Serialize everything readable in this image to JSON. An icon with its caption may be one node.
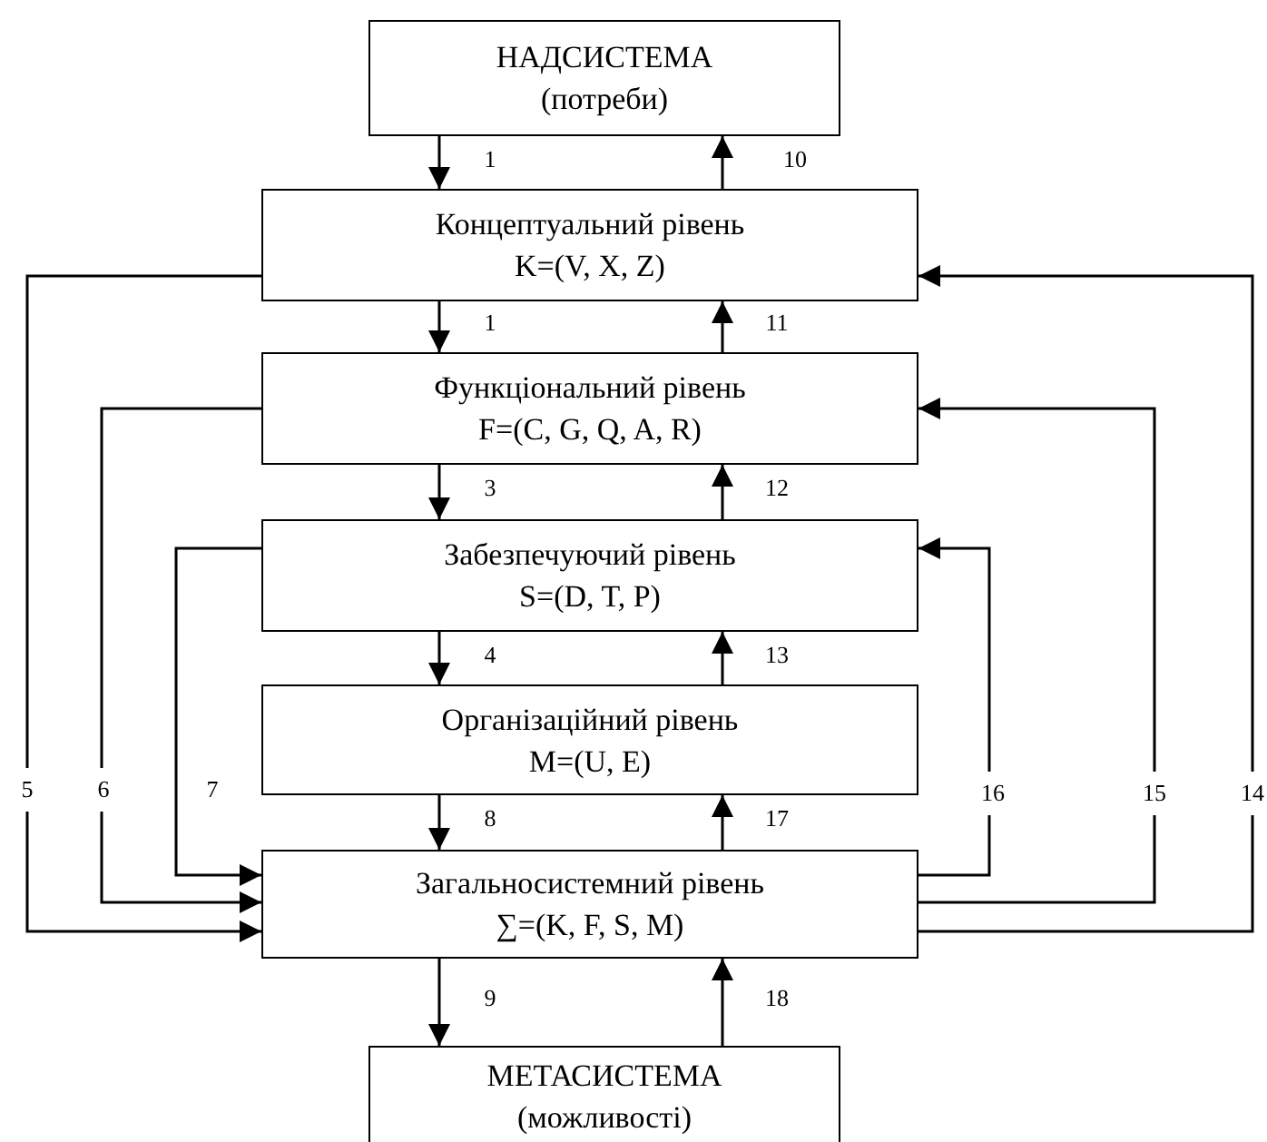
{
  "diagram": {
    "nodes": [
      {
        "text": [
          "НАДСИСТЕМА",
          "(потреби)"
        ]
      },
      {
        "text": [
          "Концептуальний рівень",
          "K=(V, X, Z)"
        ]
      },
      {
        "text": [
          "Функціональний рівень",
          "F=(C, G, Q, A, R)"
        ]
      },
      {
        "text": [
          "Забезпечуючий рівень",
          "S=(D, T, P)"
        ]
      },
      {
        "text": [
          "Організаційний рівень",
          "M=(U, E)"
        ]
      },
      {
        "text": [
          "Загальносистемний рівень",
          "∑=(K, F, S, M)"
        ]
      },
      {
        "text": [
          "МЕТАСИСТЕМА",
          "(можливості)"
        ]
      }
    ],
    "edges": [
      {
        "from": 0,
        "to": 1,
        "arrow": "to",
        "label": "1"
      },
      {
        "from": 1,
        "to": 0,
        "arrow": "to",
        "label": "10"
      },
      {
        "from": 1,
        "to": 2,
        "arrow": "to",
        "label": "1"
      },
      {
        "from": 2,
        "to": 1,
        "arrow": "to",
        "label": "11"
      },
      {
        "from": 2,
        "to": 3,
        "arrow": "to",
        "label": "3"
      },
      {
        "from": 3,
        "to": 2,
        "arrow": "to",
        "label": "12"
      },
      {
        "from": 3,
        "to": 4,
        "arrow": "to",
        "label": "4"
      },
      {
        "from": 4,
        "to": 3,
        "arrow": "to",
        "label": "13"
      },
      {
        "from": 4,
        "to": 5,
        "arrow": "to",
        "label": "8"
      },
      {
        "from": 5,
        "to": 4,
        "arrow": "to",
        "label": "17"
      },
      {
        "from": 5,
        "to": 6,
        "arrow": "to",
        "label": "9"
      },
      {
        "from": 6,
        "to": 5,
        "arrow": "to",
        "label": "18"
      },
      {
        "from": 1,
        "to": 5,
        "arrow": "to",
        "label": "5"
      },
      {
        "from": 2,
        "to": 5,
        "arrow": "to",
        "label": "6"
      },
      {
        "from": 3,
        "to": 5,
        "arrow": "to",
        "label": "7"
      },
      {
        "from": 5,
        "to": 3,
        "arrow": "to",
        "label": "16"
      },
      {
        "from": 5,
        "to": 2,
        "arrow": "to",
        "label": "15"
      },
      {
        "from": 5,
        "to": 1,
        "arrow": "to",
        "label": "14"
      }
    ]
  }
}
